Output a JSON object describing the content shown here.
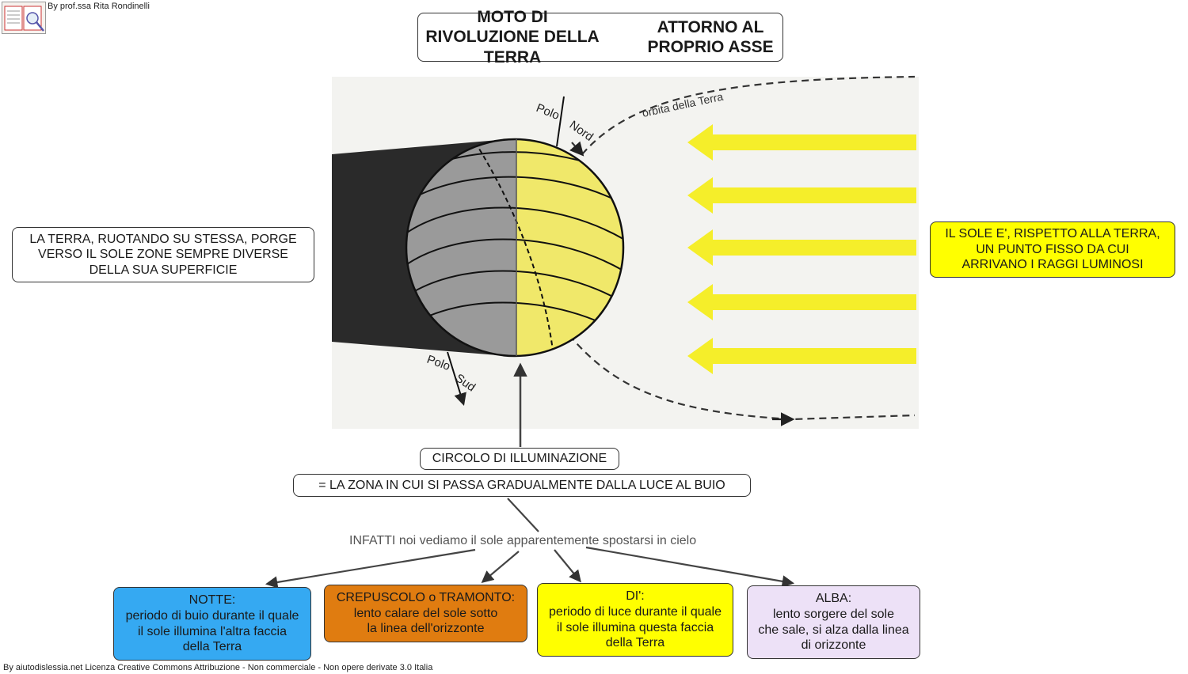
{
  "credit_top": "By prof.ssa Rita Rondinelli",
  "credit_bottom": "By aiutodislessia.net Licenza Creative Commons Attribuzione - Non commerciale - Non opere derivate 3.0 Italia",
  "title": {
    "line1": "MOTO DI RIVOLUZIONE DELLA TERRA",
    "line2": "ATTORNO AL PROPRIO ASSE"
  },
  "left_note": {
    "line1": "LA TERRA, RUOTANDO SU STESSA, PORGE",
    "line2": "VERSO IL SOLE ZONE SEMPRE DIVERSE",
    "line3": "DELLA SUA SUPERFICIE"
  },
  "sun_note": {
    "line1": "IL SOLE E', RISPETTO ALLA TERRA,",
    "line2": "UN PUNTO FISSO DA CUI",
    "line3": "ARRIVANO I RAGGI LUMINOSI"
  },
  "illustration": {
    "polo_nord_1": "Polo",
    "polo_nord_2": "Nord",
    "polo_sud_1": "Polo",
    "polo_sud_2": "Sud",
    "orbit_label": "orbita della Terra"
  },
  "circolo": "CIRCOLO DI ILLUMINAZIONE",
  "zona": "= LA ZONA IN CUI SI PASSA GRADUALMENTE DALLA LUCE AL BUIO",
  "infatti": "INFATTI  noi vediamo il sole apparentemente spostarsi in cielo",
  "notte": {
    "line1": "NOTTE:",
    "line2": "periodo di buio durante il quale",
    "line3": "il sole illumina l'altra faccia",
    "line4": "della Terra"
  },
  "crepuscolo": {
    "line1": "CREPUSCOLO o TRAMONTO:",
    "line2": "lento calare del sole sotto",
    "line3": "la linea dell'orizzonte"
  },
  "di": {
    "line1": "DI':",
    "line2": "periodo di luce durante il quale",
    "line3": "il sole illumina questa faccia",
    "line4": "della Terra"
  },
  "alba": {
    "line1": "ALBA:",
    "line2": "lento sorgere del sole",
    "line3": "che sale, si alza dalla linea",
    "line4": "di orizzonte"
  },
  "colors": {
    "notte": "#35a9f2",
    "crepuscolo": "#e07c10",
    "di": "#ffff00",
    "alba": "#ede1f7",
    "earth_light": "#f0e86a",
    "earth_dark": "#9a9a9a",
    "shadow": "#2a2a2a",
    "rays": "#f5ee2a"
  },
  "icons": {
    "logo": "book-logo-icon"
  }
}
